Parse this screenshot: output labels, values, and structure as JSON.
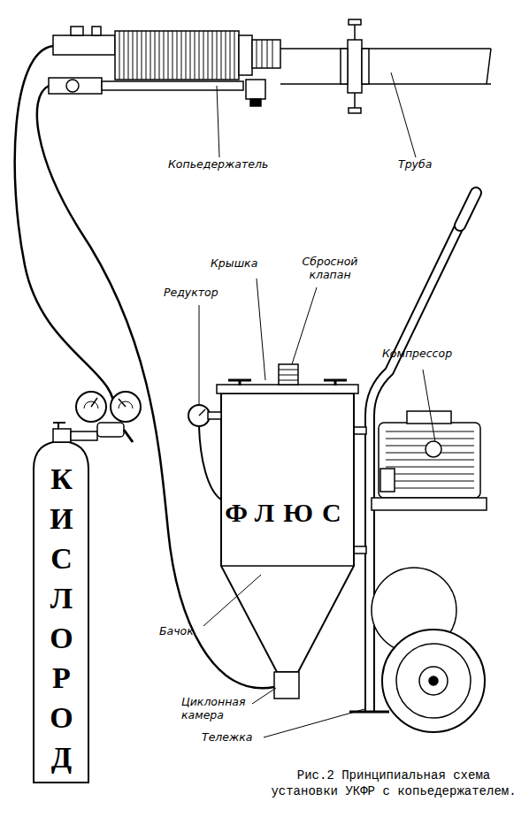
{
  "diagram": {
    "caption": "Рис.2 Принципиальная схема установки УКФР с копьедержателем.",
    "nodes": [
      {
        "text": [
          "ФЛЮС"
        ]
      },
      {
        "text": [
          "КИСЛОРОД"
        ]
      }
    ],
    "labels": [
      "Копьедержатель",
      "Труба",
      "Крышка",
      "Сбросной клапан",
      "Редуктор",
      "Компрессор",
      "Бачок",
      "Циклонная камера",
      "Тележка"
    ]
  }
}
